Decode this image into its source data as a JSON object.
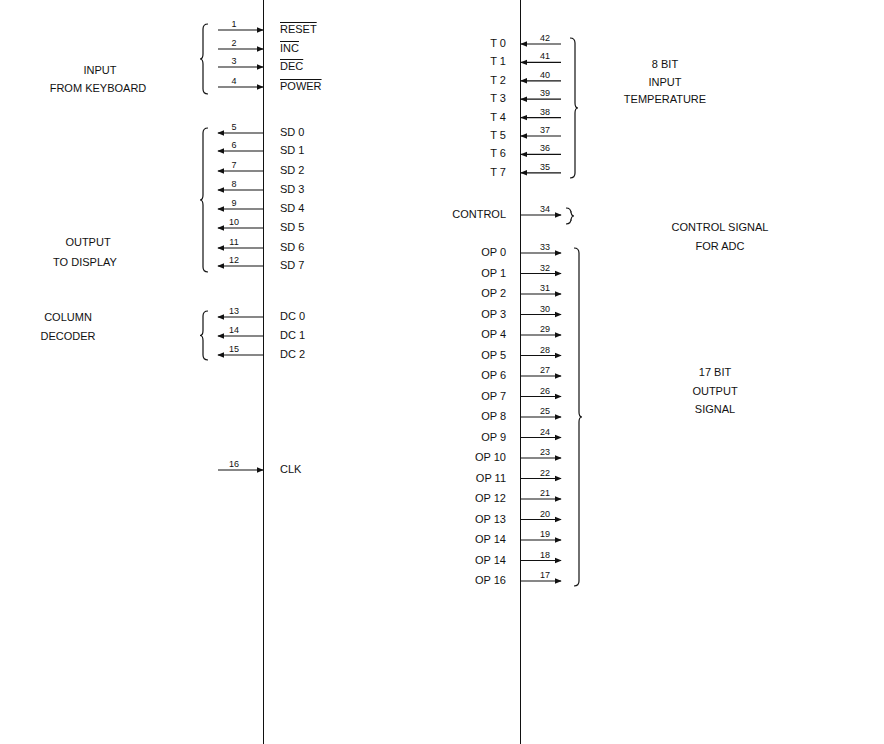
{
  "diagram": {
    "nodes": [
      {
        "text": [
          "RESET",
          "INC",
          "DEC",
          "POWER",
          "SD 0",
          "SD 1",
          "SD 2",
          "SD 3",
          "SD 4",
          "SD 5",
          "SD 6",
          "SD 7",
          "DC 0",
          "DC 1",
          "DC 2",
          "CLK",
          "T 0",
          "T 1",
          "T 2",
          "T 3",
          "T 4",
          "T 5",
          "T 6",
          "T 7",
          "CONTROL",
          "OP 0",
          "OP 1",
          "OP 2",
          "OP 3",
          "OP 4",
          "OP 5",
          "OP 6",
          "OP 7",
          "OP 8",
          "OP 9",
          "OP 10",
          "OP 11",
          "OP 12",
          "OP 13",
          "OP 14",
          "OP 14",
          "OP 16"
        ]
      }
    ],
    "labels": [
      "1",
      "2",
      "3",
      "4",
      "5",
      "6",
      "7",
      "8",
      "9",
      "10",
      "11",
      "12",
      "13",
      "14",
      "15",
      "16",
      "17",
      "18",
      "19",
      "20",
      "21",
      "22",
      "23",
      "24",
      "25",
      "26",
      "27",
      "28",
      "29",
      "30",
      "31",
      "32",
      "33",
      "34",
      "35",
      "36",
      "37",
      "38",
      "39",
      "40",
      "41",
      "42",
      "INPUT",
      "FROM  KEYBOARD",
      "OUTPUT",
      "TO  DISPLAY",
      "COLUMN",
      "DECODER",
      "8 BIT",
      "INPUT",
      "TEMPERATURE",
      "CONTROL SIGNAL",
      "FOR ADC",
      "17 BIT",
      "OUTPUT",
      "SIGNAL"
    ]
  }
}
